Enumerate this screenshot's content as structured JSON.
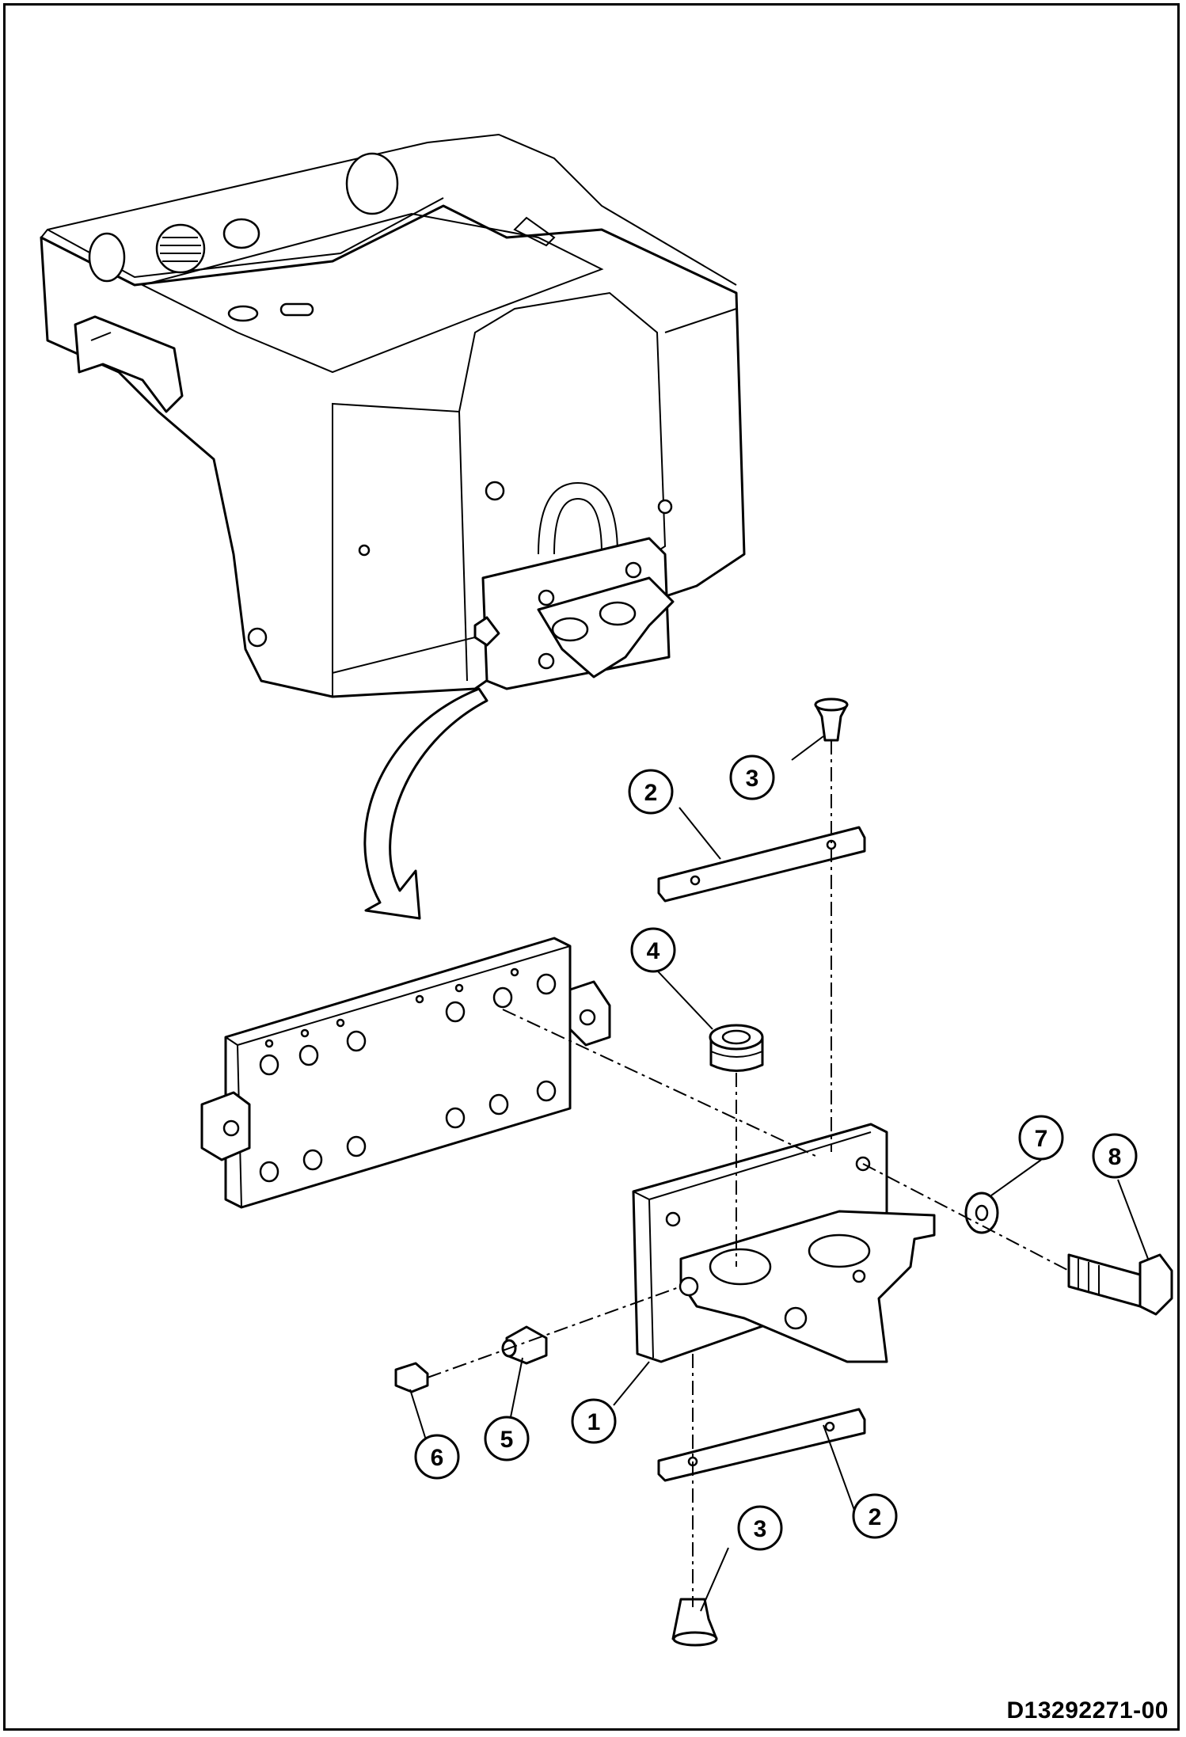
{
  "document": {
    "drawing_number": "D13292271-00"
  },
  "callouts": [
    {
      "id": "c3-top",
      "label": "3"
    },
    {
      "id": "c2-top",
      "label": "2"
    },
    {
      "id": "c4",
      "label": "4"
    },
    {
      "id": "c7",
      "label": "7"
    },
    {
      "id": "c8",
      "label": "8"
    },
    {
      "id": "c1",
      "label": "1"
    },
    {
      "id": "c5",
      "label": "5"
    },
    {
      "id": "c6",
      "label": "6"
    },
    {
      "id": "c2-bottom",
      "label": "2"
    },
    {
      "id": "c3-bottom",
      "label": "3"
    }
  ],
  "colors": {
    "line": "#000000",
    "background": "#ffffff"
  }
}
